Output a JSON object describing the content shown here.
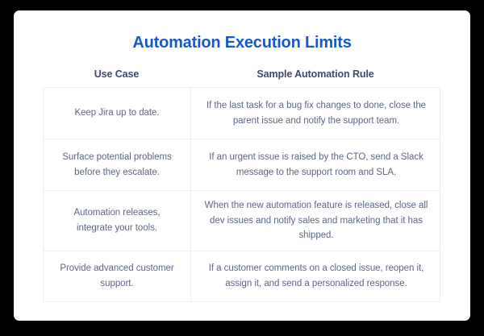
{
  "card": {
    "title": "Automation Execution Limits",
    "title_color": "#1659ce",
    "header_color": "#41496b",
    "body_color": "#5d6786",
    "border_color": "#eceef1",
    "background": "#ffffff",
    "page_background": "#000000"
  },
  "table": {
    "columns": [
      {
        "label": "Use Case"
      },
      {
        "label": "Sample Automation Rule"
      }
    ],
    "rows": [
      {
        "use_case": "Keep Jira up to date.",
        "rule": "If the last task for a bug fix changes to done, close the parent issue and notify the support team."
      },
      {
        "use_case": "Surface potential problems before they escalate.",
        "rule": "If an urgent issue is raised by the CTO, send a Slack message to the support room and SLA."
      },
      {
        "use_case": "Automation releases, integrate your tools.",
        "rule": "When the new automation feature is released, close all dev issues and notify sales and marketing that it has shipped."
      },
      {
        "use_case": "Provide advanced customer support.",
        "rule": "If a customer comments on a closed issue, reopen it, assign it, and send a personalized response."
      }
    ]
  }
}
